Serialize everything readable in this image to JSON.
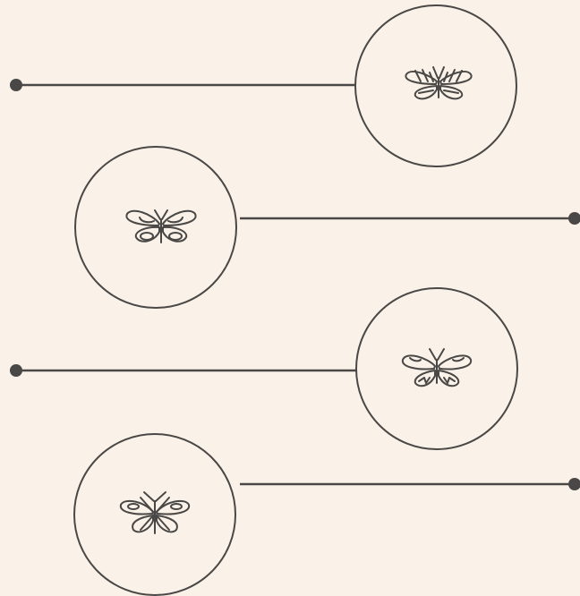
{
  "colors": {
    "background": "#FAF2E8",
    "stroke": "#4A4846"
  },
  "items": [
    {
      "icon": "butterfly-striped-wings-icon",
      "circle_side": "right",
      "connector_side": "left"
    },
    {
      "icon": "butterfly-spotted-wings-icon",
      "circle_side": "left",
      "connector_side": "right"
    },
    {
      "icon": "butterfly-veined-wings-icon",
      "circle_side": "right",
      "connector_side": "left"
    },
    {
      "icon": "butterfly-patterned-wings-icon",
      "circle_side": "left",
      "connector_side": "right"
    }
  ]
}
